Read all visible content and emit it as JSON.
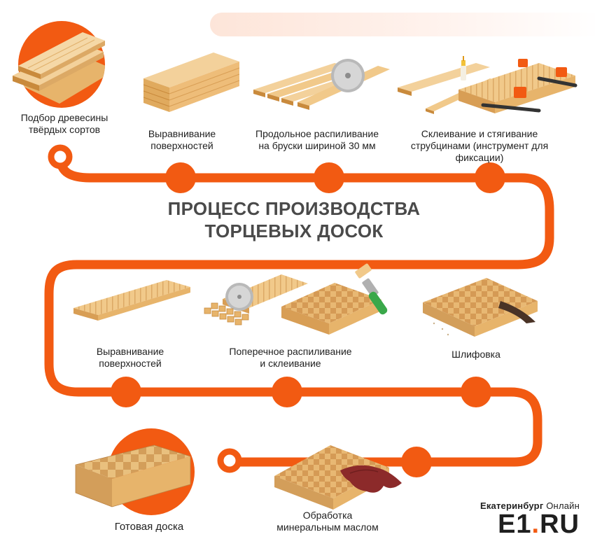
{
  "title": {
    "line1": "ПРОЦЕСС ПРОИЗВОДСТВА",
    "line2": "ТОРЦЕВЫХ ДОСОК"
  },
  "steps": [
    {
      "line1": "Подбор древесины",
      "line2": "твёрдых сортов"
    },
    {
      "line1": "Выравнивание",
      "line2": "поверхностей"
    },
    {
      "line1": "Продольное распиливание",
      "line2": "на бруски шириной 30 мм"
    },
    {
      "line1": "Склеивание и стягивание",
      "line2": "струбцинами (инструмент для",
      "line3": "фиксации)"
    },
    {
      "line1": "Выравнивание",
      "line2": "поверхностей"
    },
    {
      "line1": "Поперечное распиливание",
      "line2": "и склеивание"
    },
    {
      "line1": "Шлифовка"
    },
    {
      "line1": "Обработка",
      "line2": "минеральным маслом"
    },
    {
      "line1": "Готовая доска"
    }
  ],
  "brand": {
    "city": "Екатеринбург",
    "online": "Онлайн",
    "logo_main": "E1",
    "logo_dot": ".",
    "logo_tld": "RU"
  },
  "colors": {
    "accent": "#f25a12",
    "wood_light": "#f1c98a",
    "wood_mid": "#e3ad62",
    "wood_dark": "#c98a3c"
  }
}
